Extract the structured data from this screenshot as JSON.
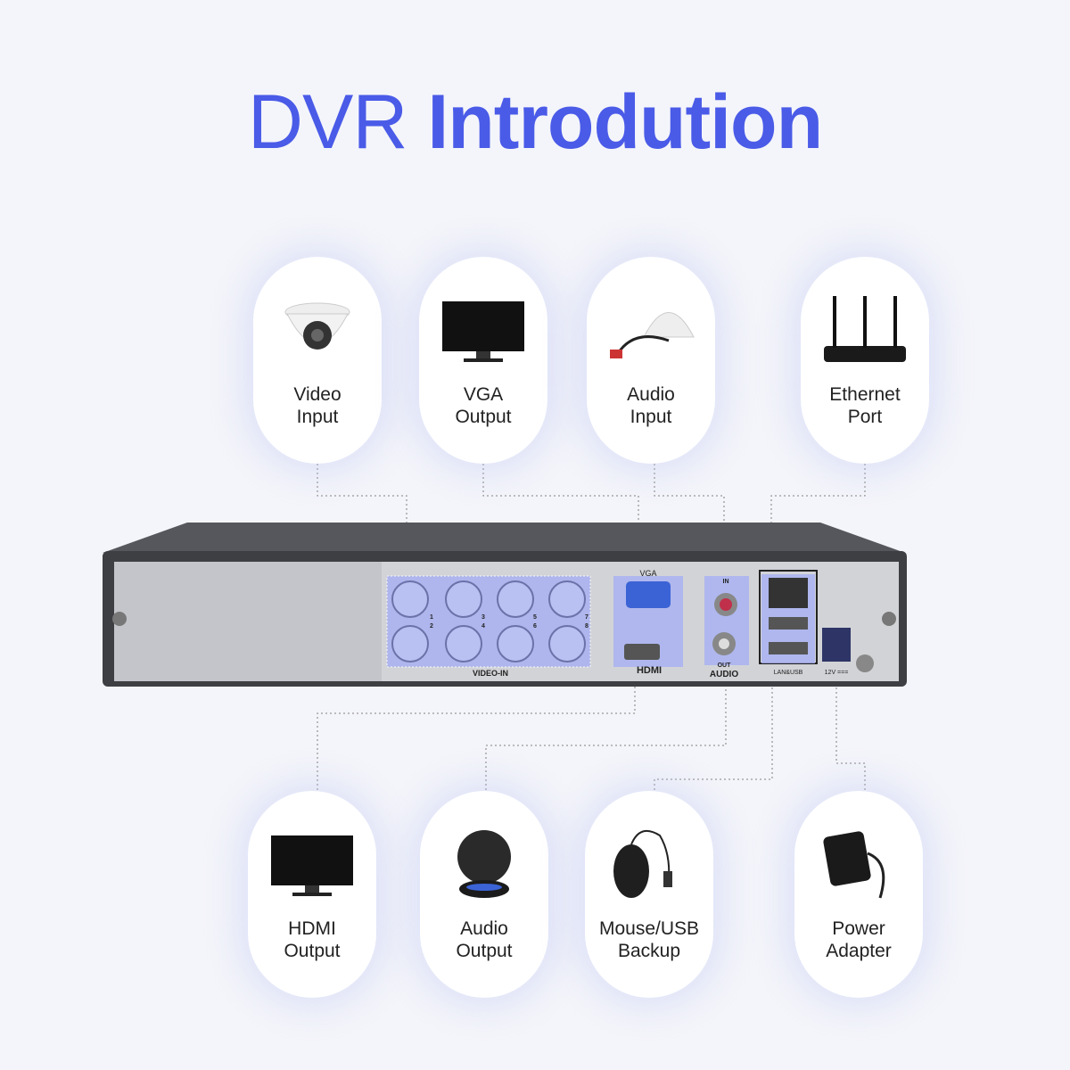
{
  "title": {
    "light": "DVR",
    "bold": "Introdution"
  },
  "top_cards": [
    {
      "line1": "Video",
      "line2": "Input",
      "icon": "dome-camera-icon"
    },
    {
      "line1": "VGA",
      "line2": "Output",
      "icon": "monitor-icon"
    },
    {
      "line1": "Audio",
      "line2": "Input",
      "icon": "microphone-icon"
    },
    {
      "line1": "Ethernet",
      "line2": "Port",
      "icon": "router-icon"
    }
  ],
  "bottom_cards": [
    {
      "line1": "HDMI",
      "line2": "Output",
      "icon": "monitor-icon"
    },
    {
      "line1": "Audio",
      "line2": "Output",
      "icon": "speaker-icon"
    },
    {
      "line1": "Mouse/USB",
      "line2": "Backup",
      "icon": "mouse-icon"
    },
    {
      "line1": "Power",
      "line2": "Adapter",
      "icon": "power-adapter-icon"
    }
  ],
  "panel_labels": {
    "video_in": "VIDEO-IN",
    "vga": "VGA",
    "hdmi": "HDMI",
    "audio": "AUDIO",
    "audio_in": "IN",
    "audio_out": "OUT",
    "lan_usb": "LAN&USB",
    "power": "12V ==="
  },
  "channel_numbers": [
    "1",
    "2",
    "3",
    "4",
    "5",
    "6",
    "7",
    "8"
  ],
  "colors": {
    "accent": "#4a5be8",
    "highlight": "#a9b2f2"
  }
}
